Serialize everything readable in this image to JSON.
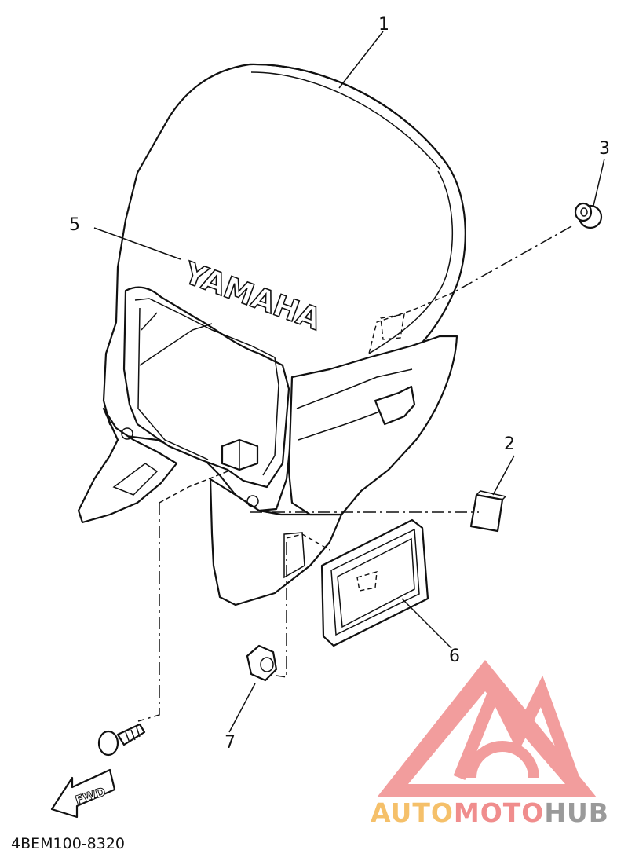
{
  "diagram": {
    "callouts": [
      {
        "number": "1"
      },
      {
        "number": "2"
      },
      {
        "number": "3"
      },
      {
        "number": "5"
      },
      {
        "number": "6"
      },
      {
        "number": "7"
      }
    ],
    "decal_text": "YAMAHA",
    "fwd_label": "FWD",
    "part_code": "4BEM100-8320"
  },
  "watermark": {
    "brand_part1": "AUTO",
    "brand_part2": "MOTO",
    "brand_part3": "HUB",
    "colors": {
      "auto": "#f5c06a",
      "moto": "#f08d8d",
      "hub": "#9a9a9a",
      "logo": "#f08d8d"
    }
  }
}
